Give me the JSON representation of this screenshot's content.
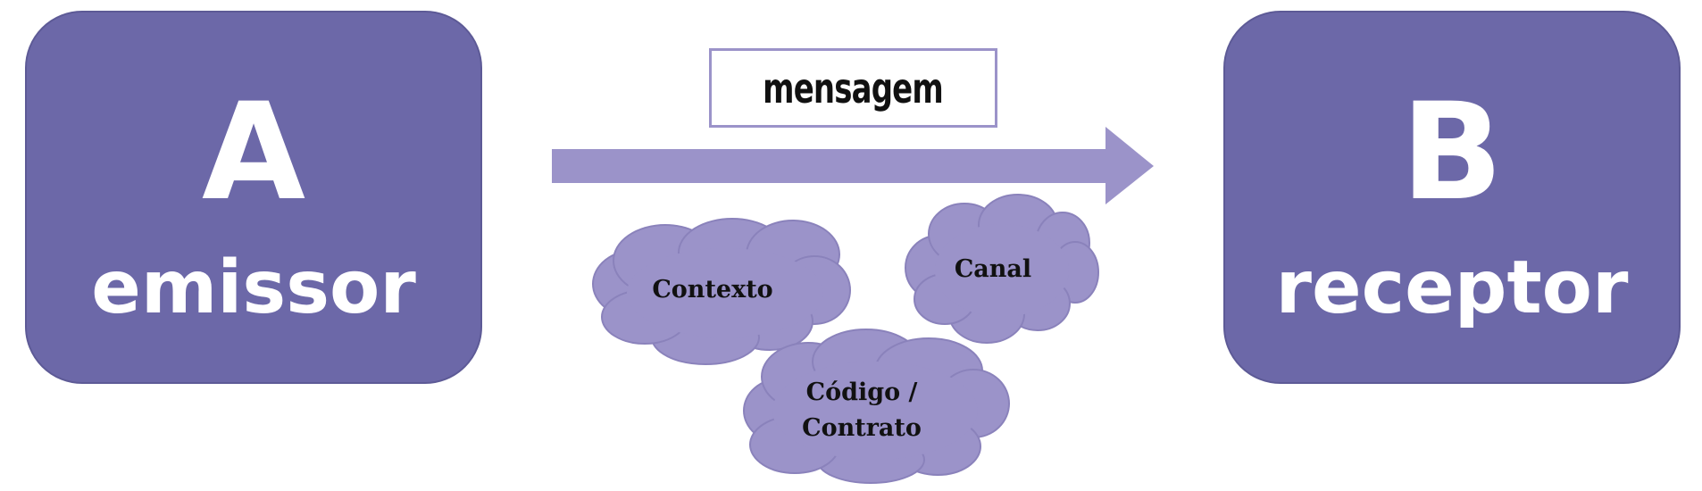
{
  "colors": {
    "box_fill": "#6c68a8",
    "arrow_fill": "#9b93c9",
    "cloud_fill": "#9b93c9",
    "cloud_stroke": "#8a82bb",
    "message_border": "#9b93c9"
  },
  "sender": {
    "letter": "A",
    "label": "emissor"
  },
  "receiver": {
    "letter": "B",
    "label": "receptor"
  },
  "message": {
    "label": "mensagem"
  },
  "clouds": {
    "context": "Contexto",
    "channel": "Canal",
    "code_line1": "Código /",
    "code_line2": "Contrato"
  }
}
